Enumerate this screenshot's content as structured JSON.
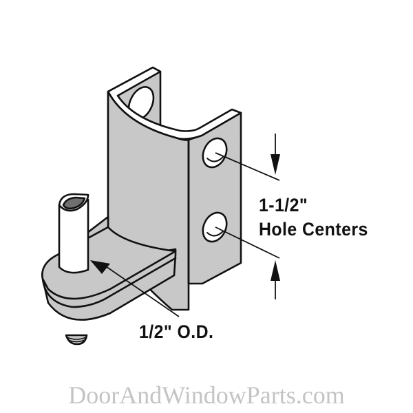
{
  "diagram": {
    "subject": "Pivot hinge bracket with pin",
    "fill_color": "#c8c8c8",
    "hole_fill_color": "#ffffff",
    "pin_insert_color": "#707070",
    "line_color": "#111111",
    "annotations": {
      "hole_spacing_value": "1-1/2\"",
      "hole_spacing_text": "Hole Centers",
      "pin_diameter": "1/2\" O.D."
    }
  },
  "watermark": {
    "text": "DoorAndWindowParts.com",
    "color": "#c4c4c4"
  }
}
